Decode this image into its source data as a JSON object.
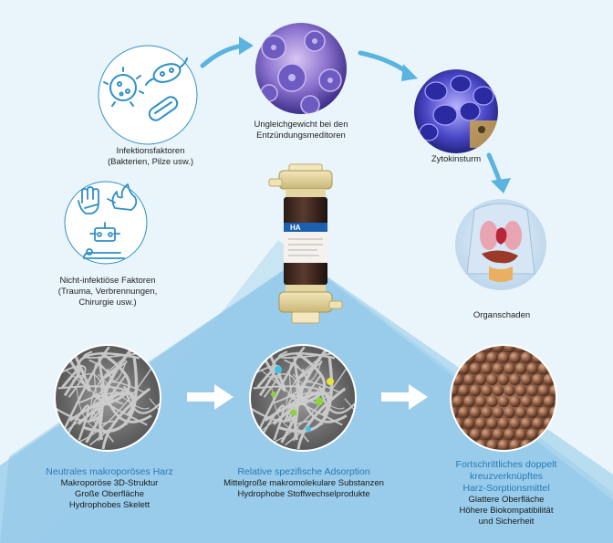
{
  "top_flow": {
    "infection": {
      "line1": "Infektionsfaktoren",
      "line2": "(Bakterien, Pilze usw.)",
      "icon": "microbes-icon"
    },
    "imbalance": {
      "line1": "Ungleichgewicht bei den",
      "line2": "Entzündungsmeditoren"
    },
    "cytokine": {
      "label": "Zytokinsturm"
    },
    "noninfect": {
      "line1": "Nicht-infektiöse Faktoren",
      "line2": "(Trauma, Verbrennungen,",
      "line3": "Chirurgie usw.)",
      "icon": "trauma-burn-surgery-icon"
    },
    "organ": {
      "label": "Organschaden"
    }
  },
  "cartridge": {
    "label": "HA"
  },
  "bottom": {
    "left": {
      "title": "Neutrales makroporöses Harz",
      "lines": [
        "Makroporöse 3D-Struktur",
        "Große Oberfläche",
        "Hydrophobes Skelett"
      ]
    },
    "middle": {
      "title": "Relative spezifische Adsorption",
      "lines": [
        "Mittelgroße makromolekulare Substanzen",
        "Hydrophobe Stoffwechselprodukte"
      ]
    },
    "right": {
      "title_lines": [
        "Fortschrittliches doppelt",
        "kreuzverknüpftes",
        "Harz-Sorptionsmittel"
      ],
      "lines": [
        "Glattere Oberfläche",
        "Höhere Biokompatibilität",
        "und Sicherheit"
      ]
    }
  },
  "colors": {
    "accent_blue": "#2a78b8",
    "arrow_blue": "#5bb3e0",
    "triangle_light": "#c3e0f1",
    "triangle_mid": "#8fc7e8",
    "icon_line": "#2f8fc8"
  }
}
